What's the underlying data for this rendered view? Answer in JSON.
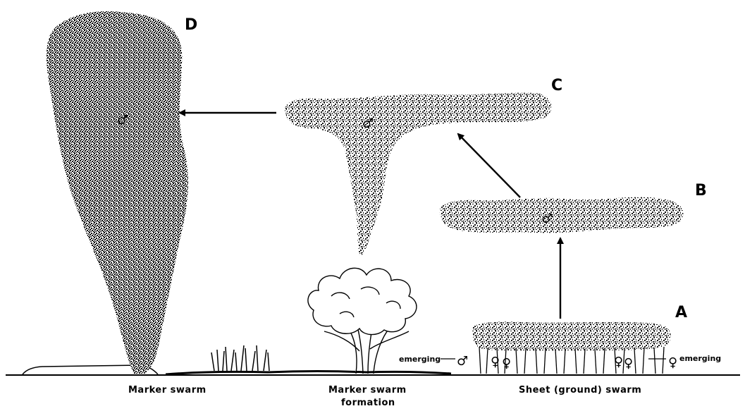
{
  "panels": {
    "a": "A",
    "b": "B",
    "c": "C",
    "d": "D"
  },
  "captions": {
    "marker_swarm": "Marker swarm",
    "marker_swarm_formation_line1": "Marker swarm",
    "marker_swarm_formation_line2": "formation",
    "sheet_swarm": "Sheet (ground) swarm"
  },
  "annotations": {
    "emerging_left": "emerging",
    "emerging_right": "emerging"
  },
  "symbols": {
    "male": "♂",
    "female": "♀"
  }
}
